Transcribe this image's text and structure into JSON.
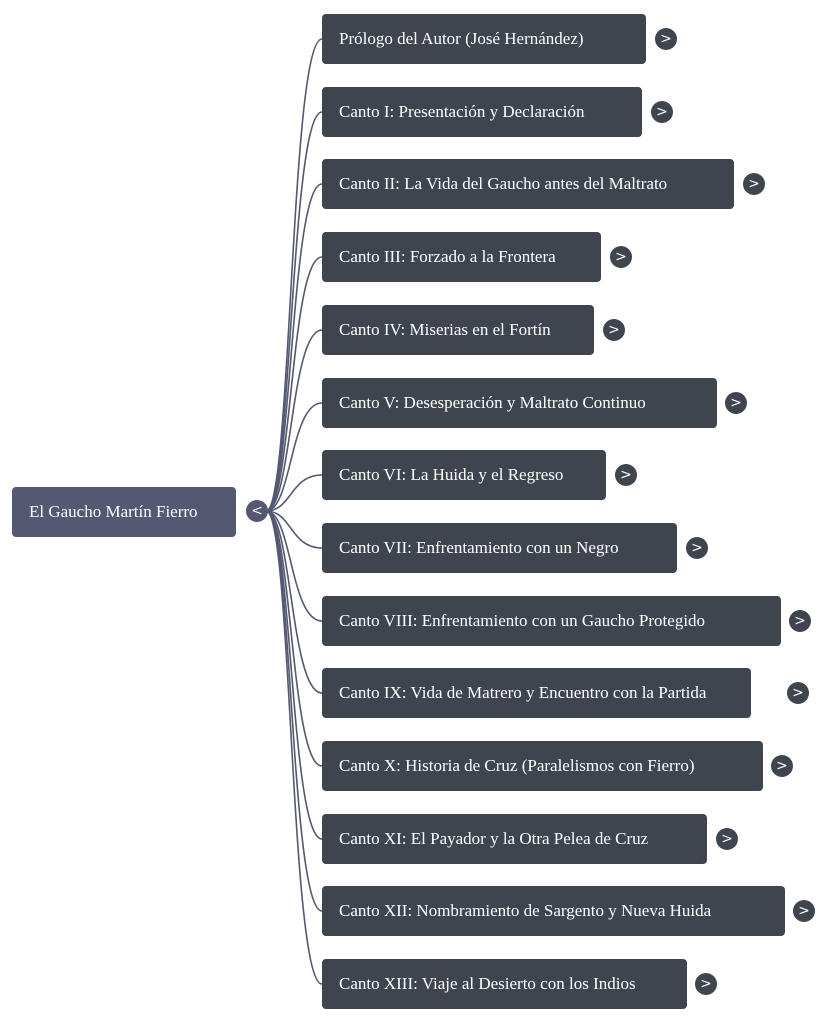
{
  "root": {
    "label": "El Gaucho Martín Fierro",
    "toggle": "<"
  },
  "children": [
    {
      "label": "Prólogo del Autor (José Hernández)",
      "toggle": ">"
    },
    {
      "label": "Canto I: Presentación y Declaración",
      "toggle": ">"
    },
    {
      "label": "Canto II: La Vida del Gaucho antes del Maltrato",
      "toggle": ">"
    },
    {
      "label": "Canto III: Forzado a la Frontera",
      "toggle": ">"
    },
    {
      "label": "Canto IV: Miserias en el Fortín",
      "toggle": ">"
    },
    {
      "label": "Canto V: Desesperación y Maltrato Continuo",
      "toggle": ">"
    },
    {
      "label": "Canto VI: La Huida y el Regreso",
      "toggle": ">"
    },
    {
      "label": "Canto VII: Enfrentamiento con un Negro",
      "toggle": ">"
    },
    {
      "label": "Canto VIII: Enfrentamiento con un Gaucho Protegido",
      "toggle": ">"
    },
    {
      "label": "Canto IX: Vida de Matrero y Encuentro con la Partida",
      "toggle": ">"
    },
    {
      "label": "Canto X: Historia de Cruz (Paralelismos con Fierro)",
      "toggle": ">"
    },
    {
      "label": "Canto XI: El Payador y la Otra Pelea de Cruz",
      "toggle": ">"
    },
    {
      "label": "Canto XII: Nombramiento de Sargento y Nueva Huida",
      "toggle": ">"
    },
    {
      "label": "Canto XIII: Viaje al Desierto con los Indios",
      "toggle": ">"
    }
  ],
  "colors": {
    "root_node": "#545871",
    "child_node": "#3f454f",
    "connector": "#545871",
    "text": "#ffffff"
  },
  "icons": {
    "root_toggle": "collapse-chevron-icon",
    "child_toggle": "expand-chevron-icon"
  }
}
